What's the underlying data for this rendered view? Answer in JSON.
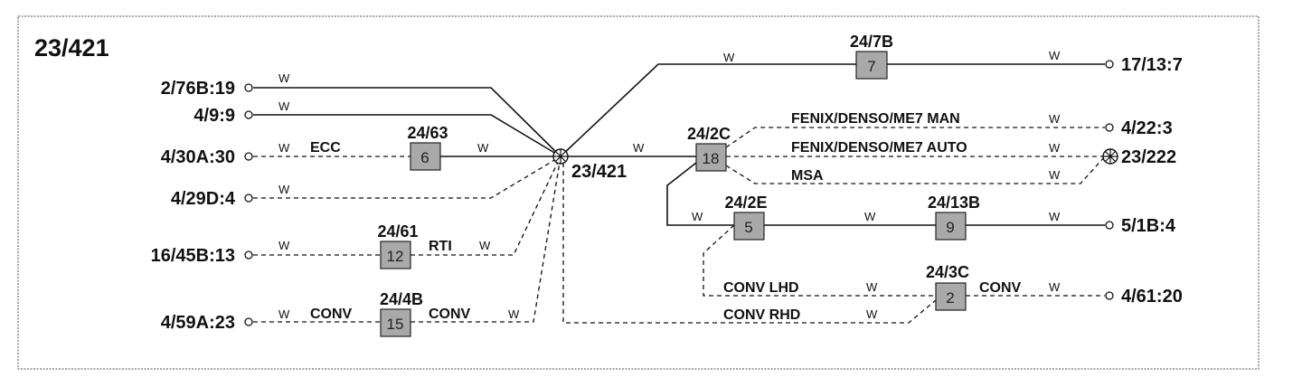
{
  "diagram": {
    "title": "23/421",
    "hub": "23/421",
    "left_terminals": [
      "2/76B:19",
      "4/9:9",
      "4/30A:30",
      "4/29D:4",
      "16/45B:13",
      "4/59A:23"
    ],
    "right_terminals": [
      "17/13:7",
      "4/22:3",
      "23/222",
      "5/1B:4",
      "4/61:20"
    ],
    "components": [
      {
        "ref": "24/7B",
        "num": "7"
      },
      {
        "ref": "24/63",
        "num": "6"
      },
      {
        "ref": "24/2C",
        "num": "18"
      },
      {
        "ref": "24/2E",
        "num": "5"
      },
      {
        "ref": "24/13B",
        "num": "9"
      },
      {
        "ref": "24/61",
        "num": "12"
      },
      {
        "ref": "24/3C",
        "num": "2"
      },
      {
        "ref": "24/4B",
        "num": "15"
      }
    ],
    "wire_color": "W",
    "texts": {
      "ecc": "ECC",
      "rti": "RTI",
      "conv": "CONV",
      "fenix_man": "FENIX/DENSO/ME7 MAN",
      "fenix_auto": "FENIX/DENSO/ME7 AUTO",
      "msa": "MSA",
      "conv_lhd": "CONV LHD",
      "conv_rhd": "CONV RHD"
    }
  }
}
